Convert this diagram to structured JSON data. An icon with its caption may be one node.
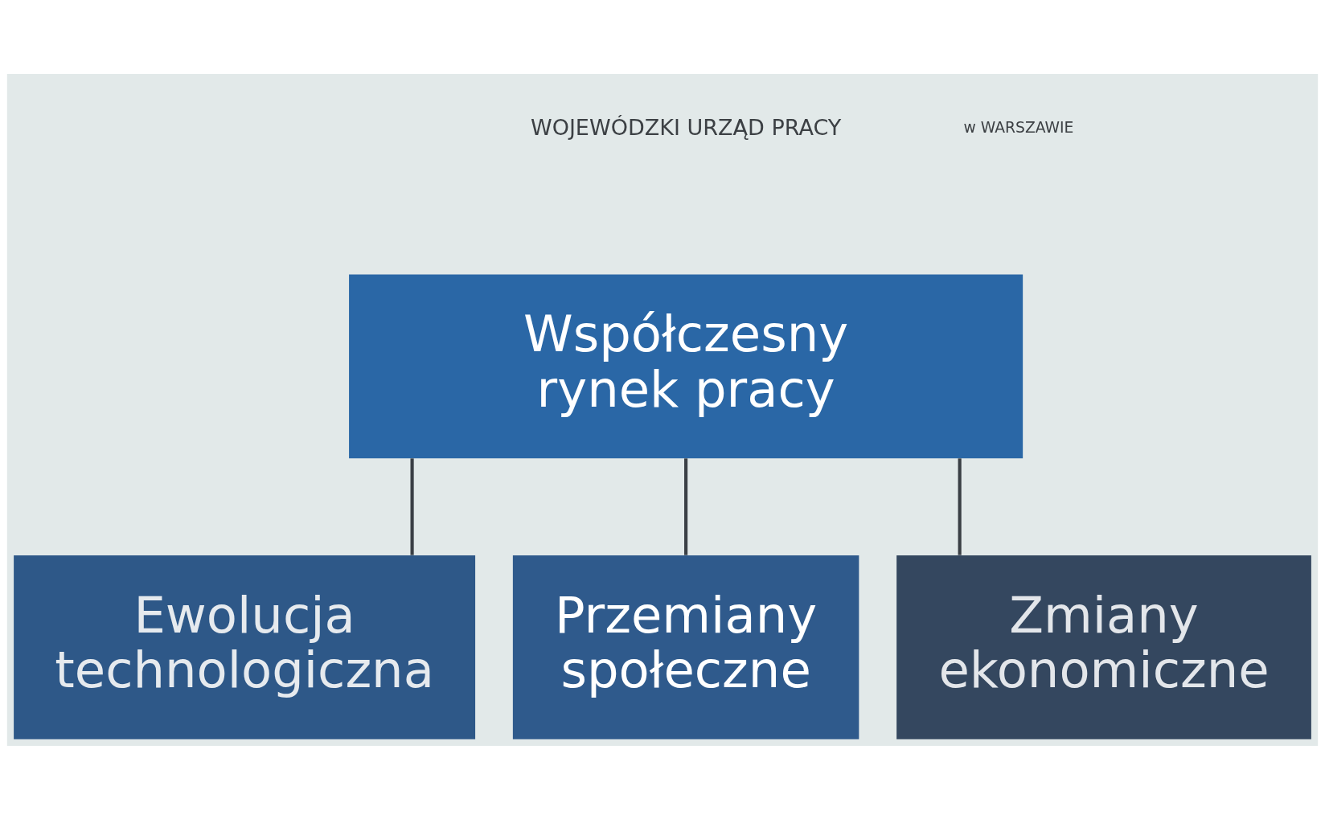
{
  "diagram": {
    "nodes": [
      {
        "text": [
          "Współczesny rynek pracy"
        ]
      },
      {
        "text": [
          "Ewolucja technologiczna"
        ]
      },
      {
        "text": [
          "Przemiany społeczne"
        ]
      },
      {
        "text": [
          "Zmiany ekonomiczne"
        ]
      }
    ],
    "edges": [
      {
        "from": 0,
        "to": 1,
        "arrow": "none"
      },
      {
        "from": 0,
        "to": 2,
        "arrow": "none"
      },
      {
        "from": 0,
        "to": 3,
        "arrow": "none"
      }
    ],
    "labels": [
      "WOJEWÓDZKI URZĄD PRACY",
      "w WARSZAWIE"
    ]
  }
}
